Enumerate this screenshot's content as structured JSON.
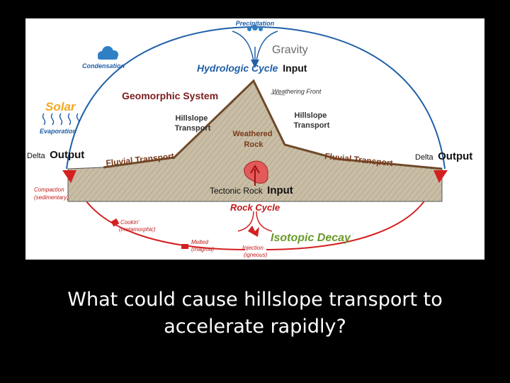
{
  "slide": {
    "question": "What could cause hillslope transport to accelerate rapidly?"
  },
  "diagram": {
    "precipitation": "Precipitation",
    "gravity": "Gravity",
    "condensation": "Condensation",
    "hydrologic_cycle": "Hydrologic Cycle",
    "hydrologic_input": "Input",
    "geomorphic_system": "Geomorphic System",
    "weathering_front": "Weathering Front",
    "solar": "Solar",
    "evaporation": "Evaporation",
    "hillslope_transport_left": [
      "Hillslope",
      "Transport"
    ],
    "hillslope_transport_right": [
      "Hillslope",
      "Transport"
    ],
    "weathered_rock": [
      "Weathered",
      "Rock"
    ],
    "delta_left": "Delta",
    "output_left": "Output",
    "delta_right": "Delta",
    "output_right": "Output",
    "fluvial_transport_left": "Fluvial Transport",
    "fluvial_transport_right": "Fluvial Transport",
    "compaction": [
      "Compaction",
      "(sedimentary)"
    ],
    "tectonic_rock": "Tectonic Rock",
    "tectonic_input": "Input",
    "rock_cycle": "Rock Cycle",
    "cookin": [
      "Cookin'",
      "(metamorphic)"
    ],
    "isotopic_decay": "Isotopic Decay",
    "melted": [
      "Melted",
      "(magma)"
    ],
    "injection": [
      "Injection",
      "(igneous)"
    ]
  },
  "colors": {
    "hydrologic": "#1f5fa8",
    "rock": "#d42020",
    "solar": "#f4a81d",
    "isotopic": "#6a9a2a",
    "geomorphic": "#7a1c1c",
    "terrain": "#c9bda5"
  }
}
